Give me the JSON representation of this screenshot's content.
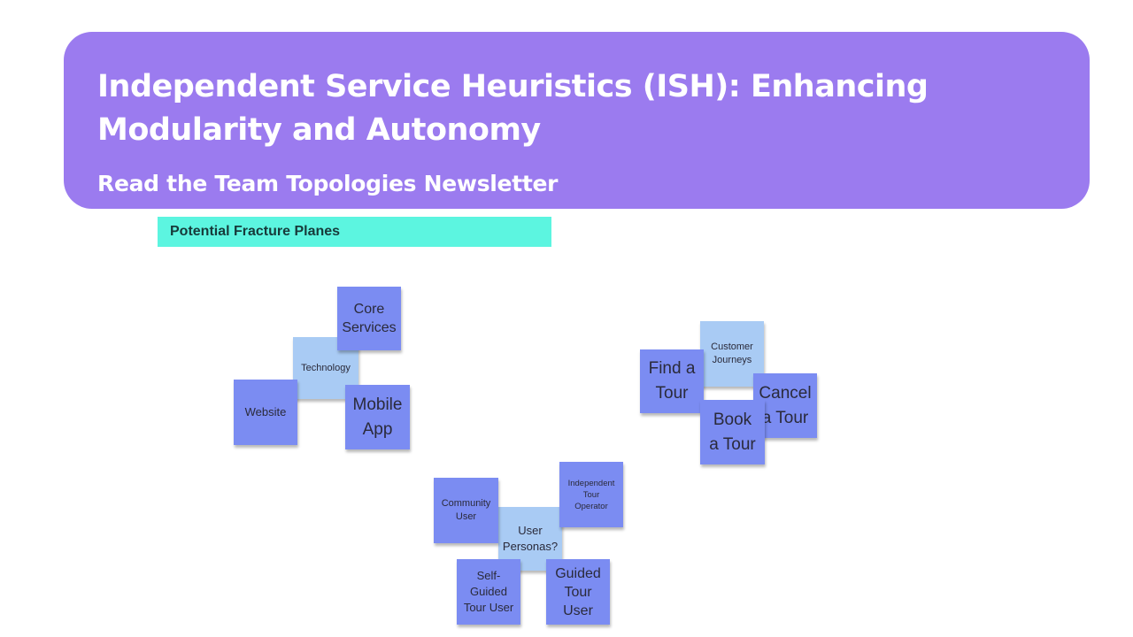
{
  "banner": {
    "title": "Independent Service Heuristics (ISH): Enhancing Modularity and Autonomy",
    "subtitle": "Read the Team Topologies Newsletter"
  },
  "section_label": "Potential Fracture Planes",
  "colors": {
    "banner": "#9b7bef",
    "label": "#5cf5e0",
    "note_dark": "#7b8cf2",
    "note_light": "#a9cbf4"
  },
  "clusters": {
    "technology": {
      "center": "Technology",
      "core_services": "Core\nServices",
      "website": "Website",
      "mobile_app": "Mobile\nApp"
    },
    "customer_journeys": {
      "center": "Customer\nJourneys",
      "find_a_tour": "Find a\nTour",
      "cancel_a_tour": "Cancel\na Tour",
      "book_a_tour": "Book\na Tour"
    },
    "user_personas": {
      "center": "User\nPersonas?",
      "community_user": "Community\nUser",
      "independent_tour_operator": "Independent\nTour\nOperator",
      "self_guided_tour_user": "Self-\nGuided\nTour User",
      "guided_tour_user": "Guided\nTour\nUser"
    }
  }
}
